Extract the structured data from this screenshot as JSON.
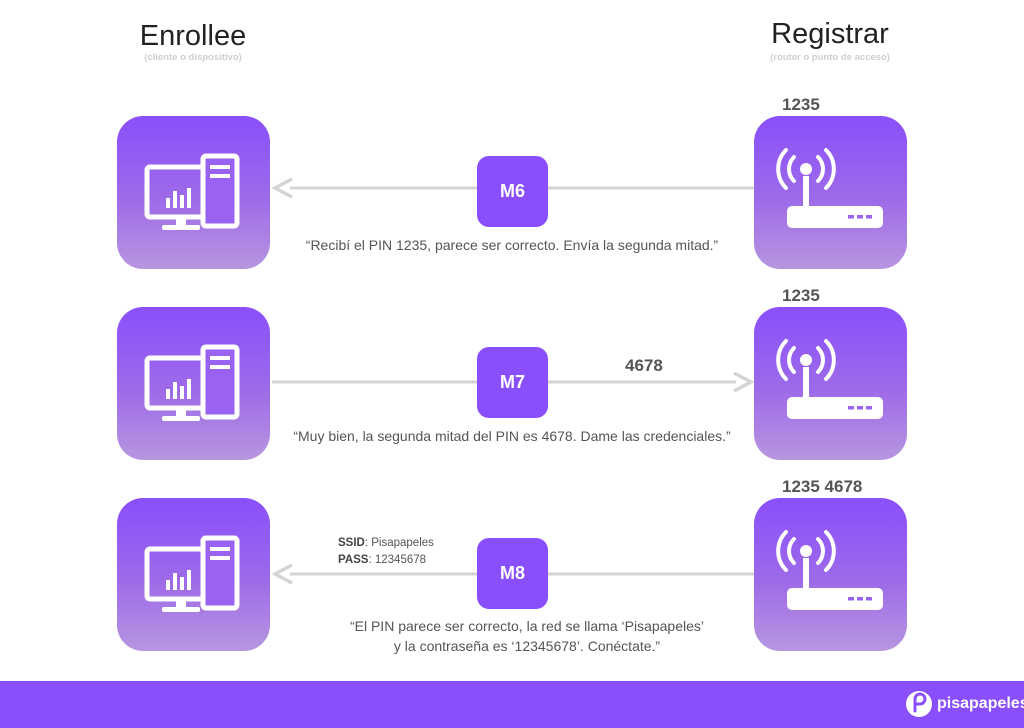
{
  "columns": {
    "left": {
      "title": "Enrollee",
      "subtitle": "(cliente o dispositivo)"
    },
    "right": {
      "title": "Registrar",
      "subtitle": "(router o punto de acceso)"
    }
  },
  "rows": [
    {
      "message": "M6",
      "direction": "to-enrollee",
      "registrar_pin": "1235",
      "quote_lines": [
        "“Recibí el PIN 1235, parece ser correcto. Envía la segunda mitad.”"
      ]
    },
    {
      "message": "M7",
      "direction": "to-registrar",
      "registrar_pin": "1235",
      "arrow_label": "4678",
      "quote_lines": [
        "“Muy bien, la segunda mitad del PIN es 4678. Dame las credenciales.”"
      ]
    },
    {
      "message": "M8",
      "direction": "to-enrollee",
      "registrar_pin": "1235 4678",
      "credentials": {
        "ssid_label": "SSID",
        "ssid_value": ": Pisapapeles",
        "pass_label": "PASS",
        "pass_value": ": 12345678"
      },
      "quote_lines": [
        "“El PIN parece ser correcto, la red se llama ‘Pisapapeles’",
        "y la contraseña es ‘12345678’. Conéctate.”"
      ]
    }
  ],
  "icons": {
    "enrollee": "desktop-computer-icon",
    "registrar": "wifi-router-icon",
    "logo": "pisapapeles-logo-icon"
  },
  "footer": {
    "brand": "pisapapeles"
  },
  "colors": {
    "accent": "#8a4ffc",
    "tile_bottom": "#b796e0",
    "arrow": "#d4d4d4",
    "text": "#555555"
  }
}
